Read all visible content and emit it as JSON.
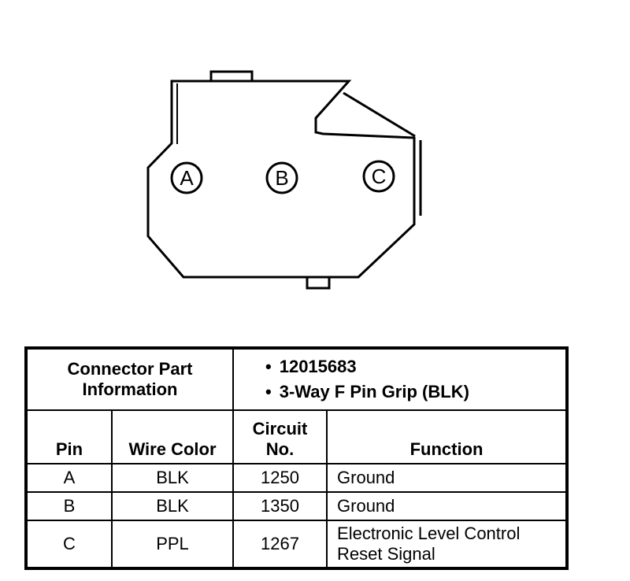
{
  "diagram": {
    "pins": [
      "A",
      "B",
      "C"
    ]
  },
  "table": {
    "part_info_label_line1": "Connector Part",
    "part_info_label_line2": "Information",
    "part_info_items": [
      "12015683",
      "3-Way F Pin Grip (BLK)"
    ],
    "headers": {
      "pin": "Pin",
      "wire_color": "Wire Color",
      "circuit_line1": "Circuit",
      "circuit_line2": "No.",
      "function": "Function"
    },
    "rows": [
      {
        "pin": "A",
        "wire_color": "BLK",
        "circuit": "1250",
        "function_line1": "Ground",
        "function_line2": ""
      },
      {
        "pin": "B",
        "wire_color": "BLK",
        "circuit": "1350",
        "function_line1": "Ground",
        "function_line2": ""
      },
      {
        "pin": "C",
        "wire_color": "PPL",
        "circuit": "1267",
        "function_line1": "Electronic Level Control",
        "function_line2": "Reset Signal"
      }
    ]
  }
}
